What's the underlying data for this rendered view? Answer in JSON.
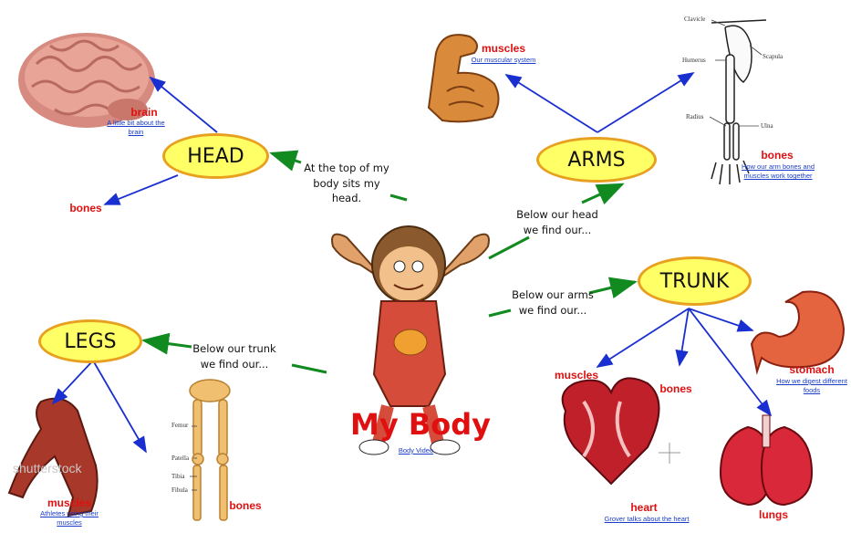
{
  "title": "My Body",
  "body_video_link": "Body Video",
  "nodes": {
    "head": "HEAD",
    "arms": "ARMS",
    "trunk": "TRUNK",
    "legs": "LEGS"
  },
  "captions": {
    "head": [
      "At the top of my",
      "body sits my",
      "head."
    ],
    "arms": [
      "Below our head",
      "we find our..."
    ],
    "trunk": [
      "Below our arms",
      "we find our..."
    ],
    "legs": [
      "Below our trunk",
      "we find our..."
    ]
  },
  "head_items": {
    "brain_label": "brain",
    "brain_link": [
      "A little bit about the",
      "brain"
    ],
    "bones_label": "bones"
  },
  "arms_items": {
    "muscles_label": "muscles",
    "muscles_link": "Our muscular system",
    "bones_label": "bones",
    "bones_link": [
      "How our arm bones and",
      "muscles work together"
    ],
    "arm_bone_labels": [
      "Clavicle",
      "Scapula",
      "Humerus",
      "Radius",
      "Ulna"
    ]
  },
  "trunk_items": {
    "muscles_label": "muscles",
    "bones_label": "bones",
    "stomach_label": "stomach",
    "stomach_link": [
      "How we digest different",
      "foods"
    ],
    "heart_label": "heart",
    "heart_link": "Grover talks about the heart",
    "lungs_label": "lungs"
  },
  "legs_items": {
    "muscles_label": "muscles",
    "muscles_link": [
      "Athletes using their",
      "muscles"
    ],
    "bones_label": "bones",
    "leg_bone_labels": [
      "Femur",
      "Patella",
      "Tibia",
      "Fibula"
    ]
  },
  "watermark": "shutterstock",
  "colors": {
    "ellipse_fill": "#ffff66",
    "ellipse_border": "#e8a020",
    "label_red": "#e01010",
    "link_blue": "#1a3cc8",
    "arrow_blue": "#1a2fd0",
    "arrow_green": "#118a20"
  }
}
